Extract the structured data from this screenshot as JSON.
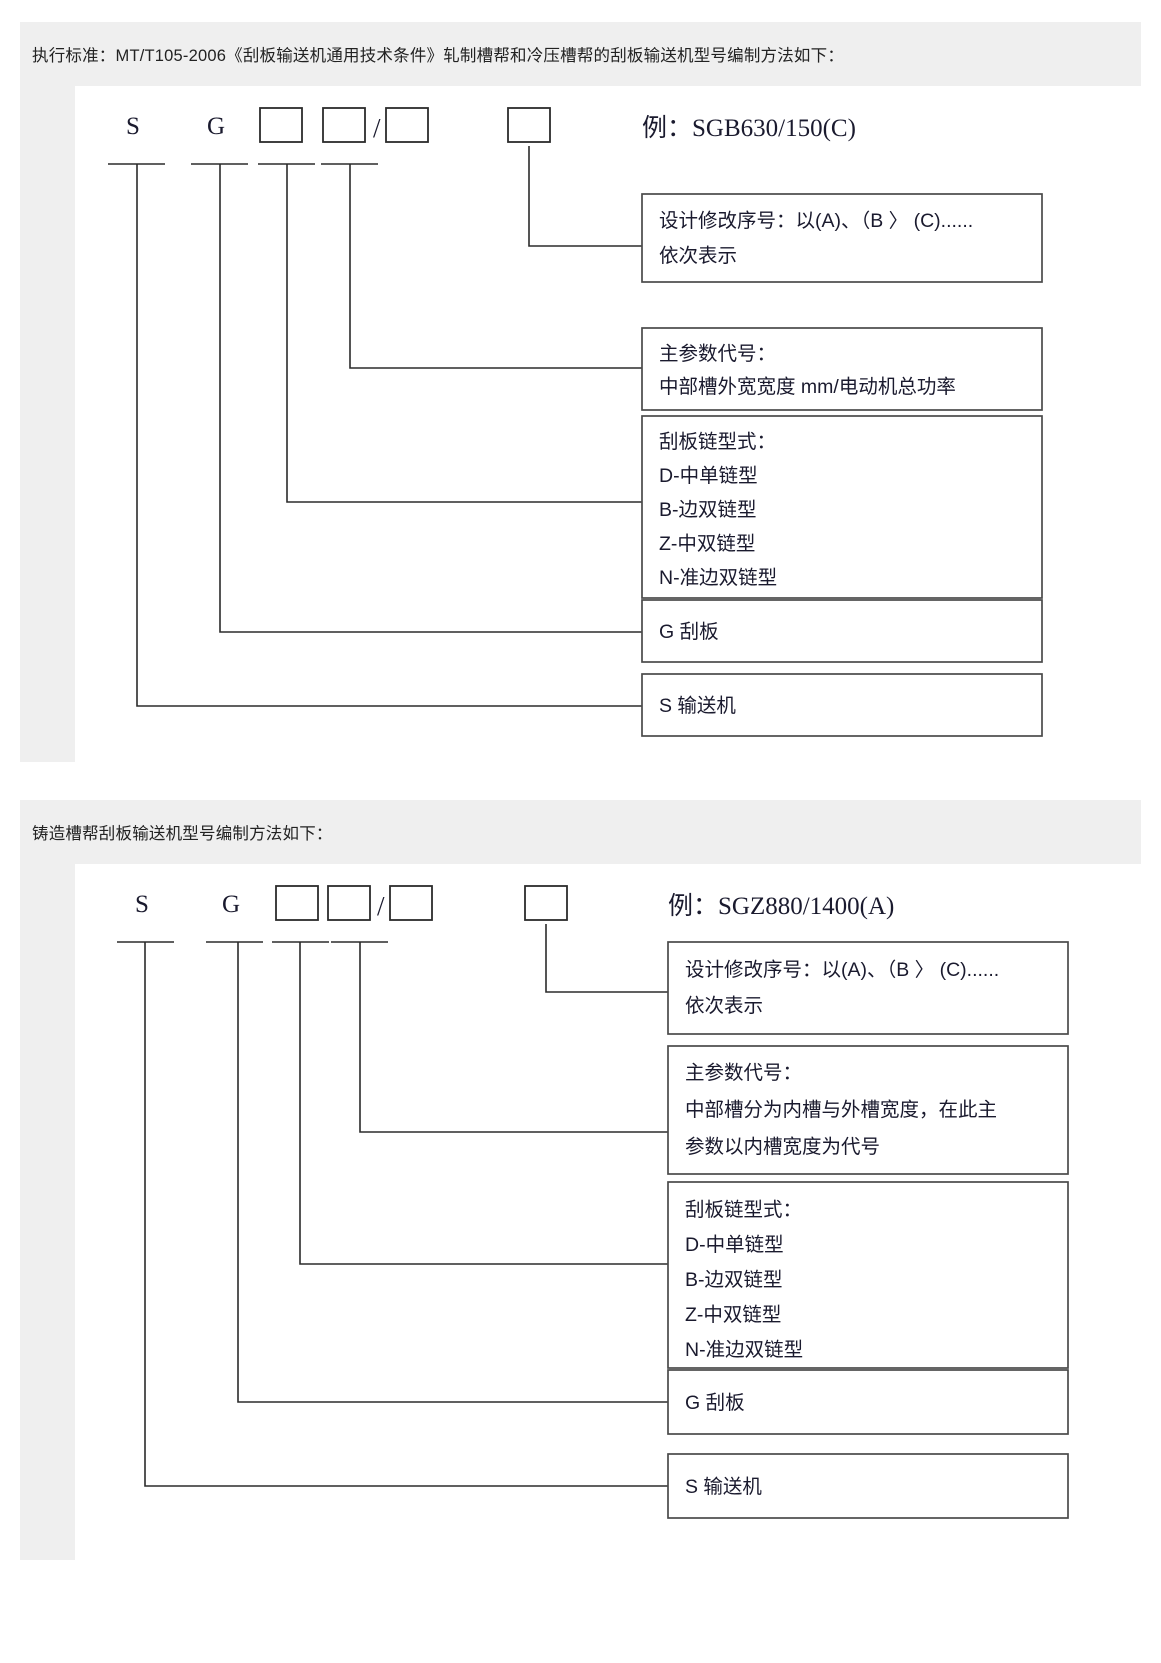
{
  "page": {
    "background": "#ffffff",
    "header_background": "#efefef",
    "line_color": "#2b2b2b",
    "text_color": "#1a1a2e"
  },
  "sections": [
    {
      "id": "rolled-cold-pressed",
      "header": "执行标准：MT/T105-2006《刮板输送机通用技术条件》轧制槽帮和冷压槽帮的刮板输送机型号编制方法如下：",
      "code": {
        "letters": [
          "S",
          "G"
        ],
        "slash": "/",
        "slot_count": 3,
        "suffix_slot": 1
      },
      "example_label": "例：SGB630/150(C)",
      "boxes": [
        {
          "name": "design-revision",
          "lines": [
            "设计修改序号：以(A)、（B 〉 (C)......",
            "依次表示"
          ]
        },
        {
          "name": "main-parameter",
          "lines": [
            "主参数代号：",
            "中部槽外宽宽度  mm/电动机总功率"
          ]
        },
        {
          "name": "scraper-chain-type",
          "lines": [
            "刮板链型式：",
            "D-中单链型",
            "B-边双链型",
            "Z-中双链型",
            "N-准边双链型"
          ]
        },
        {
          "name": "g-scraper",
          "lines": [
            "G 刮板"
          ]
        },
        {
          "name": "s-conveyor",
          "lines": [
            "S 输送机"
          ]
        }
      ]
    },
    {
      "id": "cast-trough",
      "header": "铸造槽帮刮板输送机型号编制方法如下：",
      "code": {
        "letters": [
          "S",
          "G"
        ],
        "slash": "/",
        "slot_count": 3,
        "suffix_slot": 1
      },
      "example_label": "例：SGZ880/1400(A)",
      "boxes": [
        {
          "name": "design-revision",
          "lines": [
            "设计修改序号：以(A)、（B 〉 (C)......",
            "依次表示"
          ]
        },
        {
          "name": "main-parameter",
          "lines": [
            "主参数代号：",
            "中部槽分为内槽与外槽宽度，在此主",
            "参数以内槽宽度为代号"
          ]
        },
        {
          "name": "scraper-chain-type",
          "lines": [
            "刮板链型式：",
            "D-中单链型",
            "B-边双链型",
            "Z-中双链型",
            "N-准边双链型"
          ]
        },
        {
          "name": "g-scraper",
          "lines": [
            "G 刮板"
          ]
        },
        {
          "name": "s-conveyor",
          "lines": [
            "S 输送机"
          ]
        }
      ]
    }
  ]
}
